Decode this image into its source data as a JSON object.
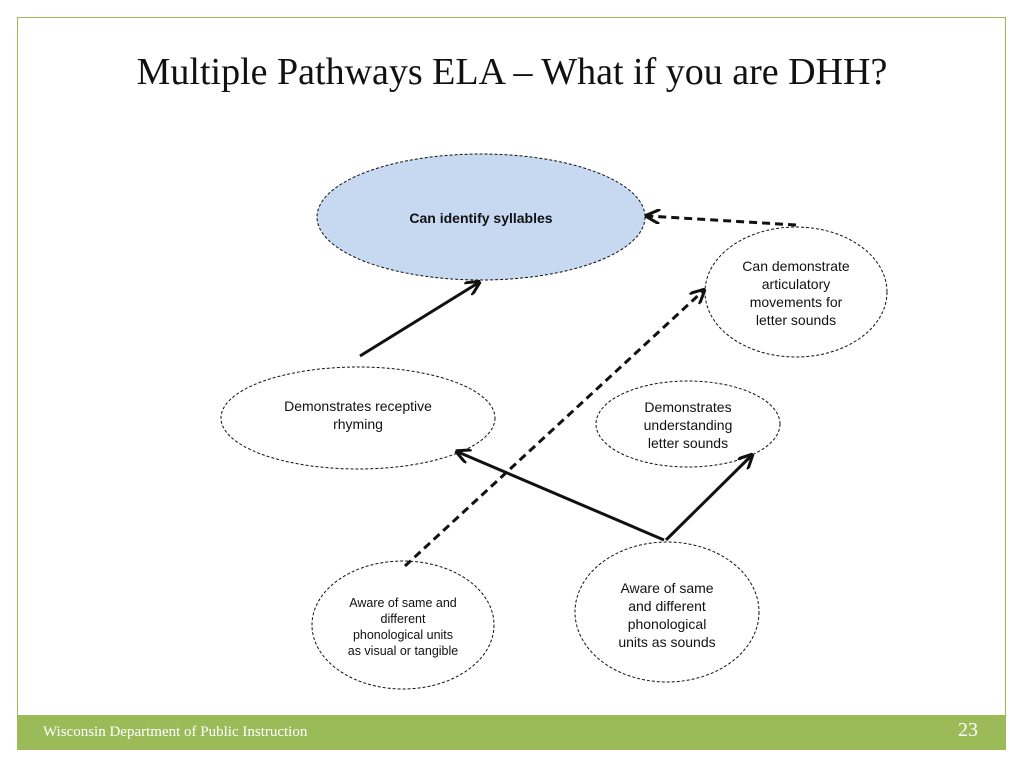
{
  "title": "Multiple Pathways ELA – What if you are DHH?",
  "diagram": {
    "nodes": {
      "syllables": "Can identify syllables",
      "articulatory": "Can demonstrate articulatory movements for letter sounds",
      "rhyming": "Demonstrates receptive rhyming",
      "letter_sounds": "Demonstrates understanding letter sounds",
      "visual": "Aware of same and different phonological units as visual or tangible",
      "sounds": "Aware of same and different phonological units as sounds"
    },
    "edges": [
      {
        "from": "rhyming",
        "to": "syllables",
        "style": "solid"
      },
      {
        "from": "articulatory",
        "to": "syllables",
        "style": "dashed"
      },
      {
        "from": "visual",
        "to": "articulatory",
        "style": "dashed"
      },
      {
        "from": "sounds",
        "to": "rhyming",
        "style": "solid"
      },
      {
        "from": "sounds",
        "to": "letter_sounds",
        "style": "solid"
      }
    ],
    "colors": {
      "highlight_fill": "#c6d9f1",
      "stroke": "#111111"
    }
  },
  "footer": {
    "organization": "Wisconsin Department of Public Instruction",
    "page_number": "23"
  },
  "theme": {
    "accent": "#9bbb59"
  }
}
